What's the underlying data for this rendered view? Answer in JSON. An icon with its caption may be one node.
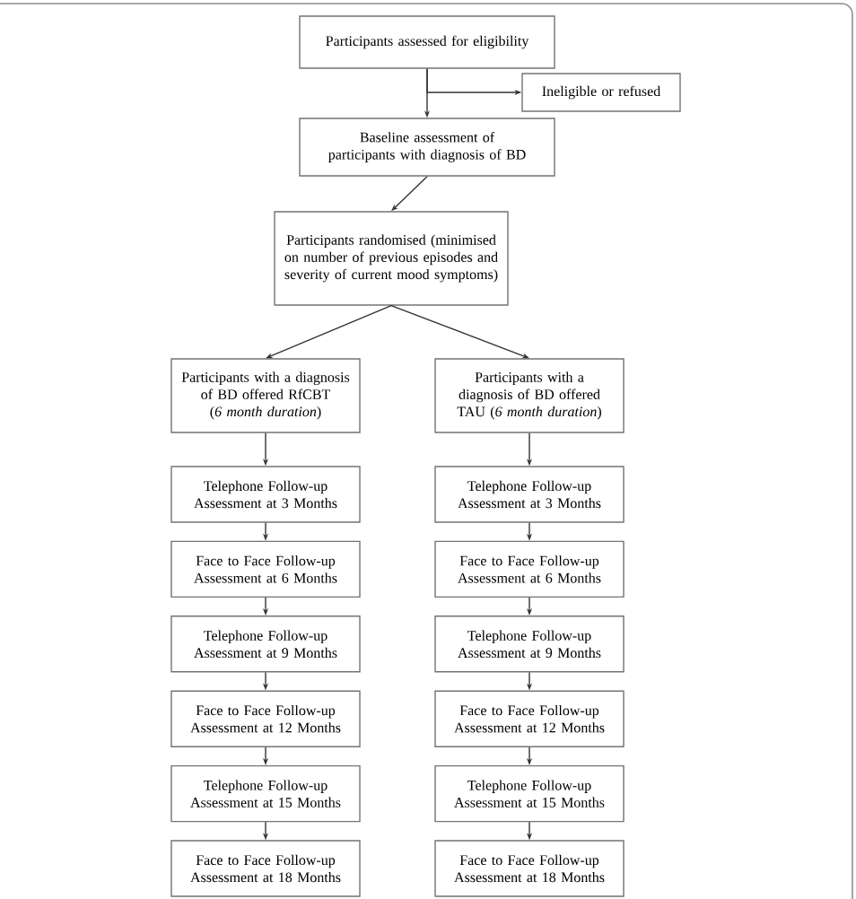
{
  "diagram": {
    "nodes": [
      {
        "text": [
          "Participants assessed for eligibility"
        ]
      },
      {
        "text": [
          "Ineligible or refused"
        ]
      },
      {
        "text": [
          "Baseline assessment of participants with diagnosis of BD"
        ]
      },
      {
        "text": [
          "Participants randomised (minimised on number of previous episodes and severity of current mood symptoms)"
        ]
      },
      {
        "text": [
          "Participants with a diagnosis of BD offered RfCBT (*6 month duration*)"
        ]
      },
      {
        "text": [
          "Participants with a diagnosis of BD offered TAU (*6 month duration*)"
        ]
      },
      {
        "text": [
          "Telephone Follow-up Assessment at 3 Months"
        ]
      },
      {
        "text": [
          "Telephone Follow-up Assessment at 3 Months"
        ]
      },
      {
        "text": [
          "Face to Face Follow-up Assessment at 6 Months"
        ]
      },
      {
        "text": [
          "Face to Face Follow-up Assessment at 6 Months"
        ]
      },
      {
        "text": [
          "Telephone Follow-up Assessment at 9 Months"
        ]
      },
      {
        "text": [
          "Telephone Follow-up Assessment at 9 Months"
        ]
      },
      {
        "text": [
          "Face to Face Follow-up Assessment at 12 Months"
        ]
      },
      {
        "text": [
          "Face to Face Follow-up Assessment at 12 Months"
        ]
      },
      {
        "text": [
          "Telephone Follow-up Assessment at 15 Months"
        ]
      },
      {
        "text": [
          "Telephone Follow-up Assessment at 15 Months"
        ]
      },
      {
        "text": [
          "Face to Face Follow-up Assessment at 18 Months"
        ]
      },
      {
        "text": [
          "Face to Face Follow-up Assessment at 18 Months"
        ]
      }
    ],
    "edges": [
      {
        "from": 0,
        "to": 2,
        "arrow": "to"
      },
      {
        "from": 0,
        "to": 1,
        "arrow": "to"
      },
      {
        "from": 2,
        "to": 3,
        "arrow": "to"
      },
      {
        "from": 3,
        "to": 4,
        "arrow": "to"
      },
      {
        "from": 3,
        "to": 5,
        "arrow": "to"
      },
      {
        "from": 4,
        "to": 6,
        "arrow": "to"
      },
      {
        "from": 5,
        "to": 7,
        "arrow": "to"
      },
      {
        "from": 6,
        "to": 8,
        "arrow": "to"
      },
      {
        "from": 7,
        "to": 9,
        "arrow": "to"
      },
      {
        "from": 8,
        "to": 10,
        "arrow": "to"
      },
      {
        "from": 9,
        "to": 11,
        "arrow": "to"
      },
      {
        "from": 10,
        "to": 12,
        "arrow": "to"
      },
      {
        "from": 11,
        "to": 13,
        "arrow": "to"
      },
      {
        "from": 12,
        "to": 14,
        "arrow": "to"
      },
      {
        "from": 13,
        "to": 15,
        "arrow": "to"
      },
      {
        "from": 14,
        "to": 16,
        "arrow": "to"
      },
      {
        "from": 15,
        "to": 17,
        "arrow": "to"
      }
    ]
  }
}
